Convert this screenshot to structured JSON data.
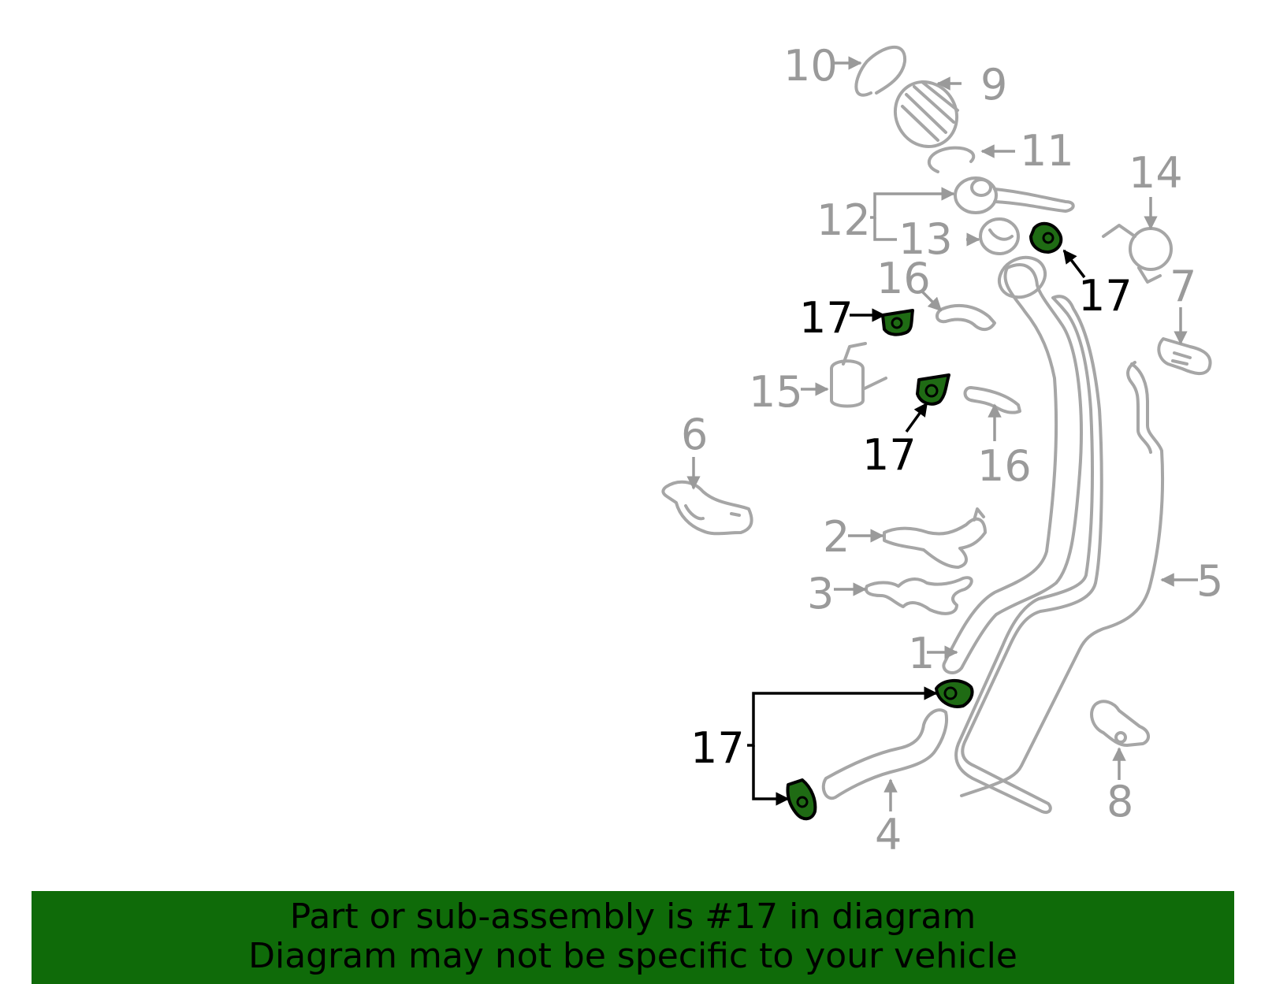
{
  "callouts": {
    "c1": "1",
    "c2": "2",
    "c3": "3",
    "c4": "4",
    "c5": "5",
    "c6": "6",
    "c7": "7",
    "c8": "8",
    "c9": "9",
    "c10": "10",
    "c11": "11",
    "c12": "12",
    "c13": "13",
    "c14": "14",
    "c15": "15",
    "c16a": "16",
    "c16b": "16",
    "c17a": "17",
    "c17b": "17",
    "c17c": "17",
    "c17d": "17"
  },
  "banner": {
    "line1": "Part or sub-assembly is #17 in diagram",
    "line2": "Diagram may not be specific to your vehicle"
  },
  "colors": {
    "highlight": "#1f6b14",
    "banner": "#0f6b09",
    "parts": "#a6a6a6",
    "labels": "#9a9a9a"
  }
}
